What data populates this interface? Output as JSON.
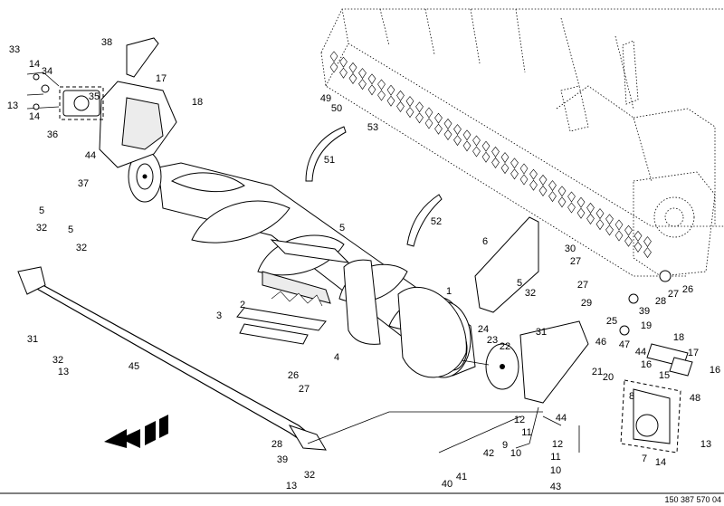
{
  "drawing": {
    "document_number": "150 387 570 04",
    "callouts": [
      {
        "label": "38"
      },
      {
        "label": "33"
      },
      {
        "label": "14"
      },
      {
        "label": "34"
      },
      {
        "label": "17"
      },
      {
        "label": "35"
      },
      {
        "label": "13"
      },
      {
        "label": "14"
      },
      {
        "label": "18"
      },
      {
        "label": "36"
      },
      {
        "label": "44"
      },
      {
        "label": "37"
      },
      {
        "label": "49"
      },
      {
        "label": "50"
      },
      {
        "label": "53"
      },
      {
        "label": "51"
      },
      {
        "label": "52"
      },
      {
        "label": "5"
      },
      {
        "label": "32"
      },
      {
        "label": "5"
      },
      {
        "label": "32"
      },
      {
        "label": "5"
      },
      {
        "label": "1"
      },
      {
        "label": "2"
      },
      {
        "label": "3"
      },
      {
        "label": "4"
      },
      {
        "label": "31"
      },
      {
        "label": "32"
      },
      {
        "label": "13"
      },
      {
        "label": "45"
      },
      {
        "label": "6"
      },
      {
        "label": "30"
      },
      {
        "label": "27"
      },
      {
        "label": "5"
      },
      {
        "label": "32"
      },
      {
        "label": "27"
      },
      {
        "label": "29"
      },
      {
        "label": "28"
      },
      {
        "label": "27"
      },
      {
        "label": "26"
      },
      {
        "label": "39"
      },
      {
        "label": "31"
      },
      {
        "label": "24"
      },
      {
        "label": "23"
      },
      {
        "label": "22"
      },
      {
        "label": "25"
      },
      {
        "label": "19"
      },
      {
        "label": "18"
      },
      {
        "label": "46"
      },
      {
        "label": "47"
      },
      {
        "label": "44"
      },
      {
        "label": "17"
      },
      {
        "label": "16"
      },
      {
        "label": "16"
      },
      {
        "label": "15"
      },
      {
        "label": "21"
      },
      {
        "label": "20"
      },
      {
        "label": "48"
      },
      {
        "label": "8"
      },
      {
        "label": "26"
      },
      {
        "label": "27"
      },
      {
        "label": "12"
      },
      {
        "label": "44"
      },
      {
        "label": "28"
      },
      {
        "label": "39"
      },
      {
        "label": "32"
      },
      {
        "label": "13"
      },
      {
        "label": "9"
      },
      {
        "label": "10"
      },
      {
        "label": "11"
      },
      {
        "label": "42"
      },
      {
        "label": "41"
      },
      {
        "label": "40"
      },
      {
        "label": "12"
      },
      {
        "label": "11"
      },
      {
        "label": "10"
      },
      {
        "label": "43"
      },
      {
        "label": "7"
      },
      {
        "label": "14"
      },
      {
        "label": "13"
      }
    ]
  }
}
